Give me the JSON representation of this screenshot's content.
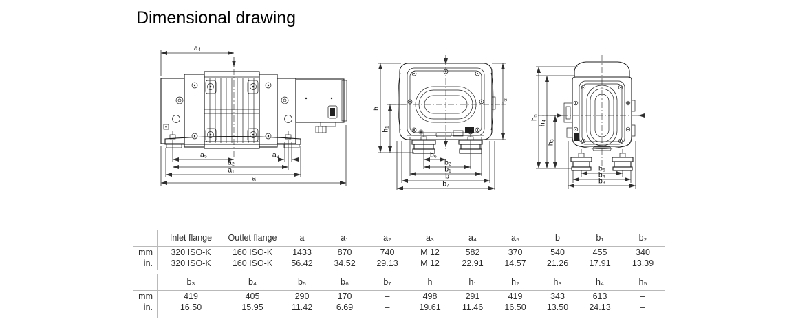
{
  "title": "Dimensional drawing",
  "drawings": {
    "side_view": {
      "dims": {
        "a4": "a₄",
        "a5": "a₅",
        "a3": "a₃",
        "a2": "a₂",
        "a1": "a₁",
        "a": "a"
      }
    },
    "front_view": {
      "dims": {
        "h": "h",
        "h1": "h₁",
        "h2": "h₂",
        "b6": "b₆",
        "b2": "b₂",
        "b1": "b₁",
        "b": "b",
        "b7": "b₇"
      }
    },
    "rear_view": {
      "dims": {
        "h5": "h₅",
        "h4": "h₄",
        "h3": "h₃",
        "b5": "b₅",
        "b4": "b₄",
        "b3": "b₃"
      }
    }
  },
  "table1": {
    "corner": "",
    "headers": [
      "Inlet flange",
      "Outlet flange",
      "a",
      "a₁",
      "a₂",
      "a₃",
      "a₄",
      "a₅",
      "b",
      "b₁",
      "b₂"
    ],
    "rows": [
      {
        "label": "mm",
        "values": [
          "320 ISO-K",
          "160 ISO-K",
          "1433",
          "870",
          "740",
          "M 12",
          "582",
          "370",
          "540",
          "455",
          "340"
        ]
      },
      {
        "label": "in.",
        "values": [
          "320 ISO-K",
          "160 ISO-K",
          "56.42",
          "34.52",
          "29.13",
          "M 12",
          "22.91",
          "14.57",
          "21.26",
          "17.91",
          "13.39"
        ]
      }
    ]
  },
  "table2": {
    "corner": "",
    "headers": [
      "b₃",
      "b₄",
      "b₅",
      "b₆",
      "b₇",
      "h",
      "h₁",
      "h₂",
      "h₃",
      "h₄",
      "h₅"
    ],
    "rows": [
      {
        "label": "mm",
        "values": [
          "419",
          "405",
          "290",
          "170",
          "–",
          "498",
          "291",
          "419",
          "343",
          "613",
          "–"
        ]
      },
      {
        "label": "in.",
        "values": [
          "16.50",
          "15.95",
          "11.42",
          "6.69",
          "–",
          "19.61",
          "11.46",
          "16.50",
          "13.50",
          "24.13",
          "–"
        ]
      }
    ]
  }
}
